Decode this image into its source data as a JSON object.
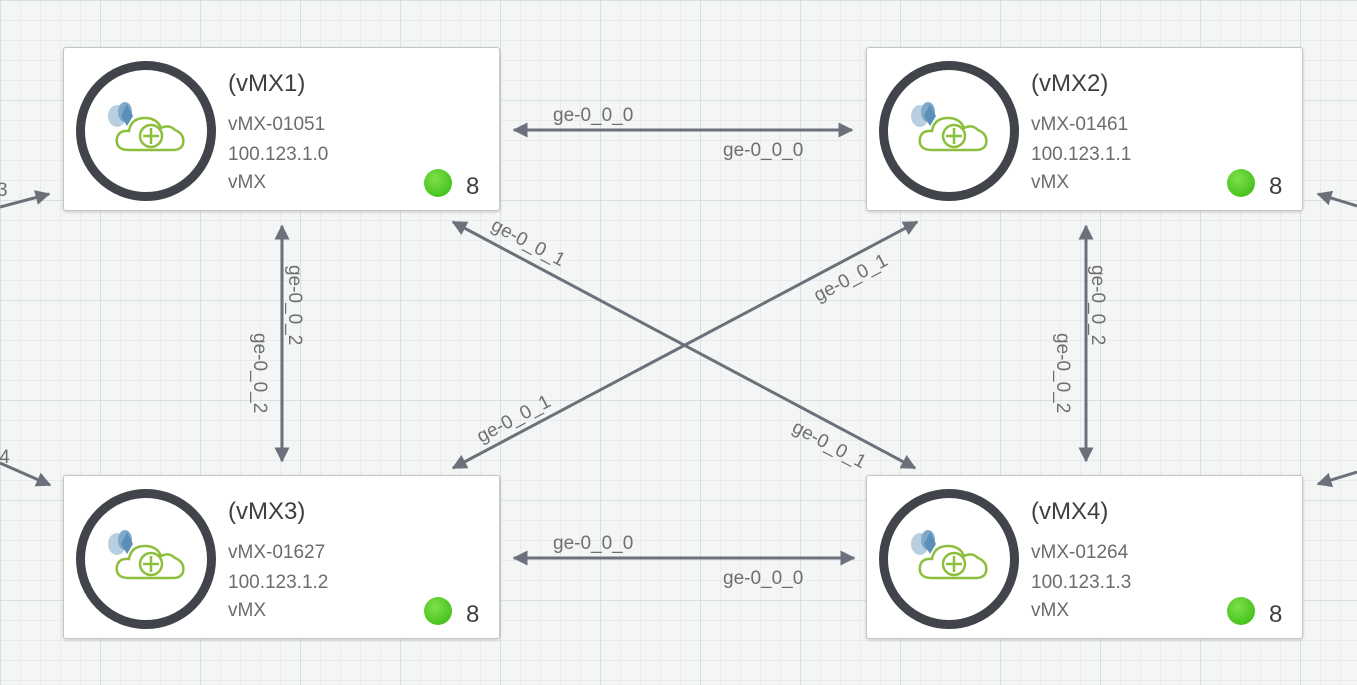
{
  "nodes": [
    {
      "title": "(vMX1)",
      "id": "vMX-01051",
      "ip": "100.123.1.0",
      "type": "vMX",
      "status_color": "#4cc424",
      "count": "8"
    },
    {
      "title": "(vMX2)",
      "id": "vMX-01461",
      "ip": "100.123.1.1",
      "type": "vMX",
      "status_color": "#4cc424",
      "count": "8"
    },
    {
      "title": "(vMX3)",
      "id": "vMX-01627",
      "ip": "100.123.1.2",
      "type": "vMX",
      "status_color": "#4cc424",
      "count": "8"
    },
    {
      "title": "(vMX4)",
      "id": "vMX-01264",
      "ip": "100.123.1.3",
      "type": "vMX",
      "status_color": "#4cc424",
      "count": "8"
    }
  ],
  "links": [
    {
      "from": "vMX1",
      "to": "vMX2",
      "from_label": "ge-0_0_0",
      "to_label": "ge-0_0_0"
    },
    {
      "from": "vMX3",
      "to": "vMX4",
      "from_label": "ge-0_0_0",
      "to_label": "ge-0_0_0"
    },
    {
      "from": "vMX1",
      "to": "vMX3",
      "from_label": "ge-0_0_2",
      "to_label": "ge-0_0_2"
    },
    {
      "from": "vMX2",
      "to": "vMX4",
      "from_label": "ge-0_0_2",
      "to_label": "ge-0_0_2"
    },
    {
      "from": "vMX1",
      "to": "vMX4",
      "from_label": "ge-0_0_1",
      "to_label": "ge-0_0_1"
    },
    {
      "from": "vMX2",
      "to": "vMX3",
      "from_label": "ge-0_0_1",
      "to_label": "ge-0_0_1"
    }
  ],
  "offscreen_labels": [
    "3",
    ".4"
  ],
  "colors": {
    "link": "#6b707a",
    "ring": "#41444b",
    "cloud": "#8bbf3c",
    "cloud_blue": "#5b8fb8"
  },
  "icons": {
    "node": "juniper-vmx-cloud-router-icon"
  }
}
